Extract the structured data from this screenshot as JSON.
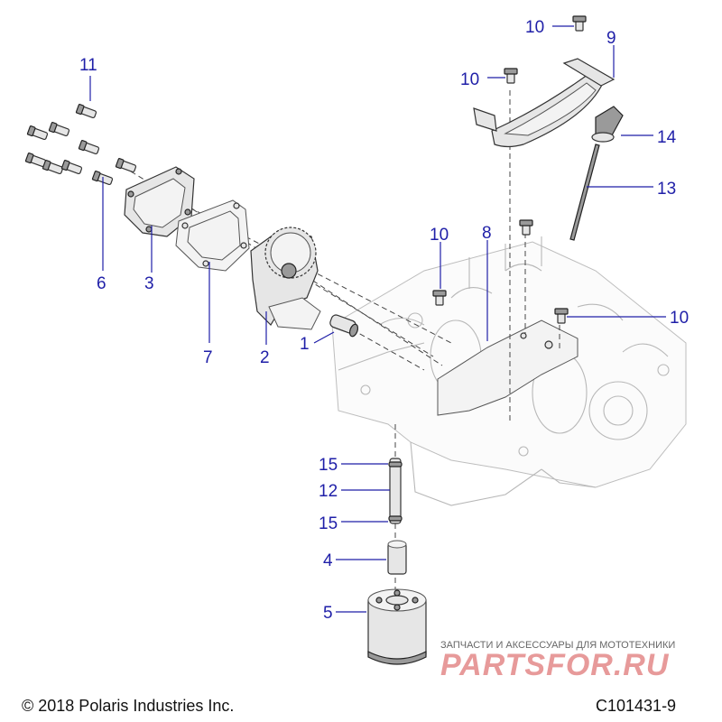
{
  "callouts": [
    {
      "id": "c11",
      "label": "11"
    },
    {
      "id": "c10a",
      "label": "10"
    },
    {
      "id": "c9",
      "label": "9"
    },
    {
      "id": "c10b",
      "label": "10"
    },
    {
      "id": "c14",
      "label": "14"
    },
    {
      "id": "c13",
      "label": "13"
    },
    {
      "id": "c10c",
      "label": "10"
    },
    {
      "id": "c8",
      "label": "8"
    },
    {
      "id": "c10d",
      "label": "10"
    },
    {
      "id": "c6",
      "label": "6"
    },
    {
      "id": "c3",
      "label": "3"
    },
    {
      "id": "c1",
      "label": "1"
    },
    {
      "id": "c7",
      "label": "7"
    },
    {
      "id": "c2",
      "label": "2"
    },
    {
      "id": "c15a",
      "label": "15"
    },
    {
      "id": "c12",
      "label": "12"
    },
    {
      "id": "c15b",
      "label": "15"
    },
    {
      "id": "c4",
      "label": "4"
    },
    {
      "id": "c5",
      "label": "5"
    }
  ],
  "footer": {
    "copyright": "© 2018 Polaris Industries Inc.",
    "diagram_code": "C101431-9"
  },
  "watermark": {
    "tagline": "ЗАПЧАСТИ И АКСЕССУАРЫ ДЛЯ МОТОТЕХНИКИ",
    "brand": "PARTSFOR.RU"
  },
  "colors": {
    "callout": "#1f1fa8",
    "watermark": "#e79a9a"
  }
}
